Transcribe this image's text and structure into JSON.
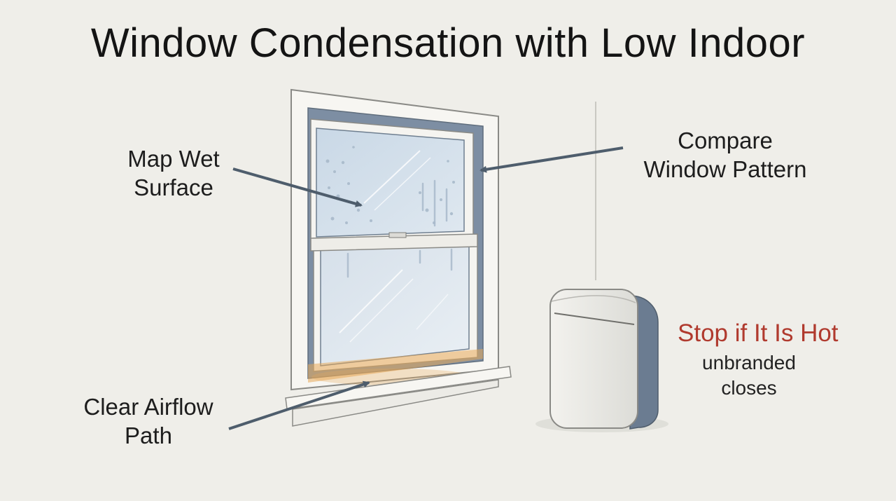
{
  "title": "Window Condensation with Low Indoor",
  "labels": {
    "map_wet_surface": [
      "Map Wet",
      "Surface"
    ],
    "compare_window_pattern": [
      "Compare",
      "Window Pattern"
    ],
    "clear_airflow_path": [
      "Clear Airflow",
      "Path"
    ]
  },
  "device_callout": {
    "warning": "Stop if It Is Hot",
    "note": [
      "unbranded",
      "closes"
    ]
  },
  "colors": {
    "warning_text": "#b03a2e",
    "arrow": "#4e5d6c",
    "frame_shadow": "#7d8ea3",
    "sill_glow": "#e7a95a"
  },
  "icons": [
    "window-illustration",
    "air-purifier-illustration",
    "arrow-icon"
  ]
}
